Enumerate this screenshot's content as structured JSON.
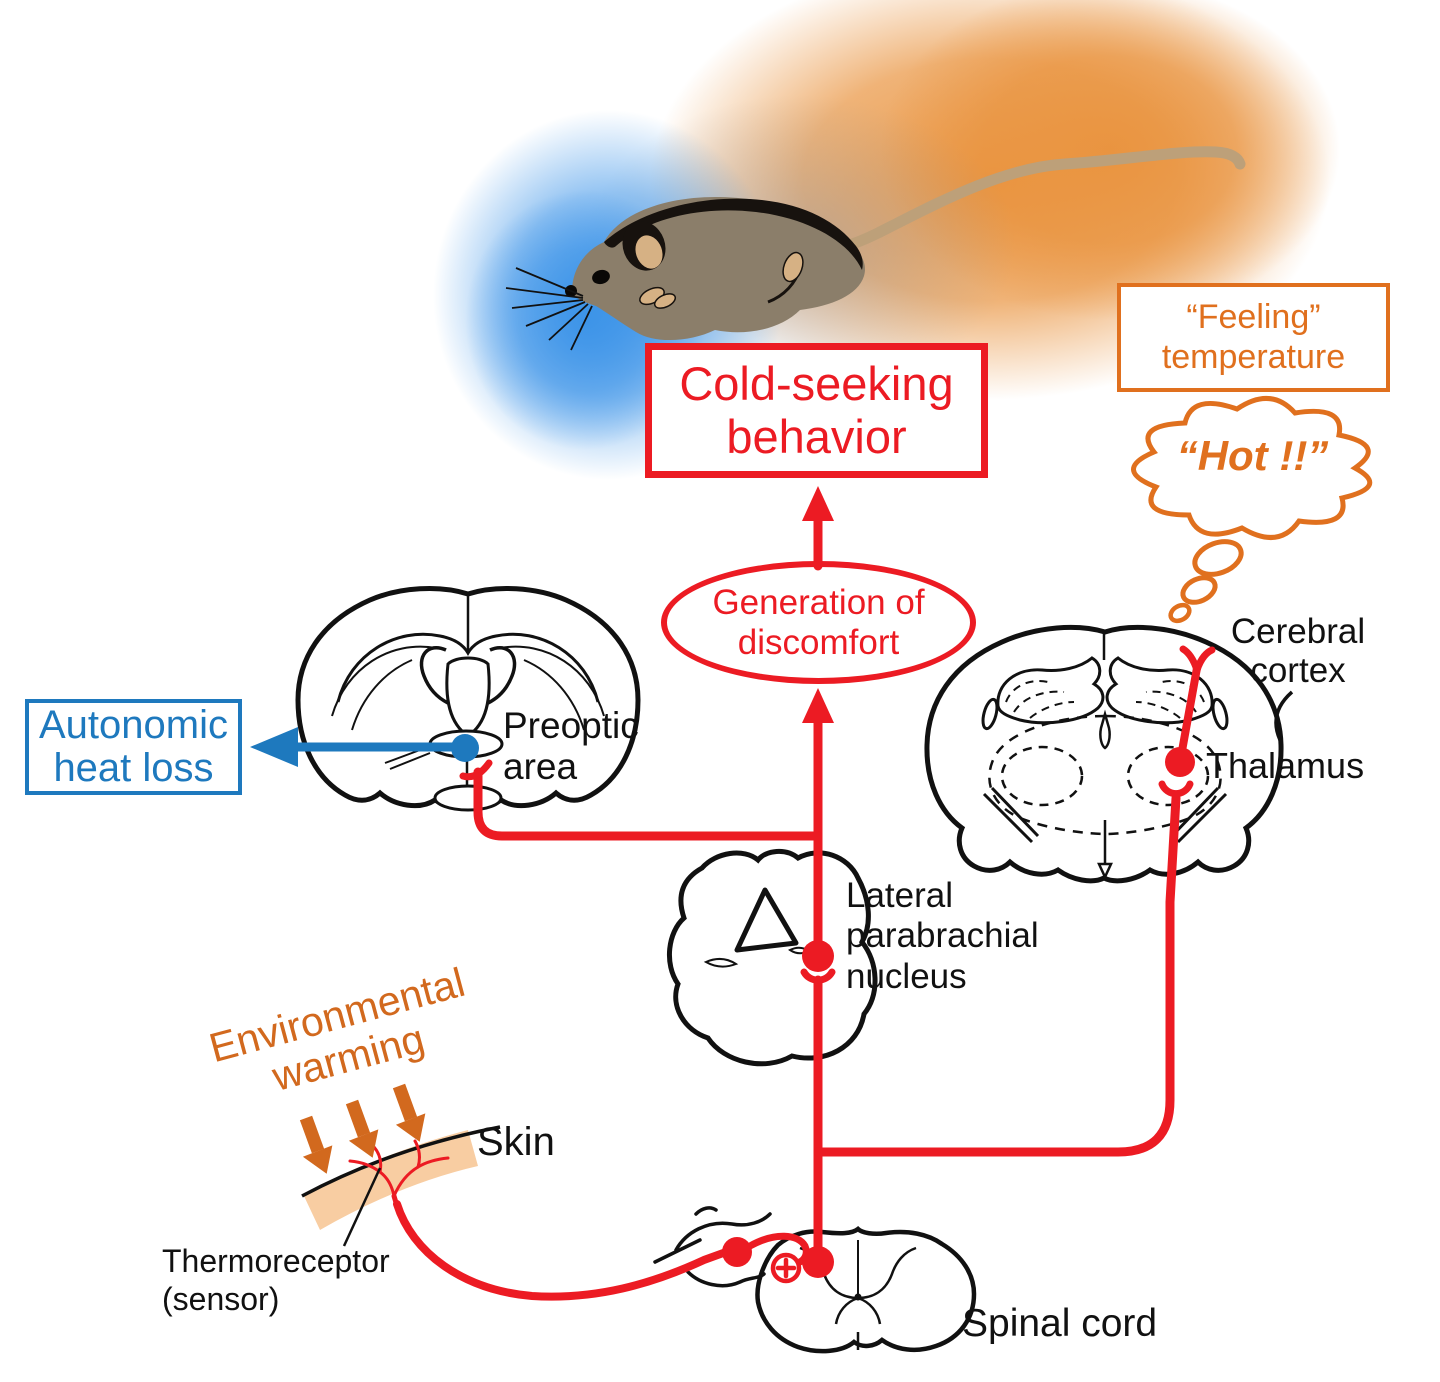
{
  "labels": {
    "cold_seeking_behavior": "Cold-seeking\nbehavior",
    "feeling_temperature": "“Feeling”\ntemperature",
    "hot_exclamation": "“Hot !!”",
    "generation_of_discomfort": "Generation of\ndiscomfort",
    "autonomic_heat_loss": "Autonomic\nheat loss",
    "preoptic_area": "Preoptic\narea",
    "cerebral_cortex": "Cerebral\ncortex",
    "thalamus": "Thalamus",
    "lateral_parabrachial_nucleus": "Lateral\nparabrachial\nnucleus",
    "environmental_warming": "Environmental\nwarming",
    "skin": "Skin",
    "thermoreceptor_sensor": "Thermoreceptor\n(sensor)",
    "spinal_cord": "Spinal cord"
  },
  "icons": {
    "excitatory_synapse": "circled-plus",
    "thought_bubble": "cloud",
    "warming_arrows": "three-down-arrows"
  },
  "colors": {
    "pathway_red": "#EC1B23",
    "autonomic_blue": "#1E79BE",
    "warm_orange": "#E0701E",
    "warming_text_orange": "#D2691E",
    "skin_peach": "#F8CDA2",
    "cool_blob_blue": "#3B93E8",
    "warm_blob_orange": "#E9933E",
    "outline_black": "#111111"
  }
}
